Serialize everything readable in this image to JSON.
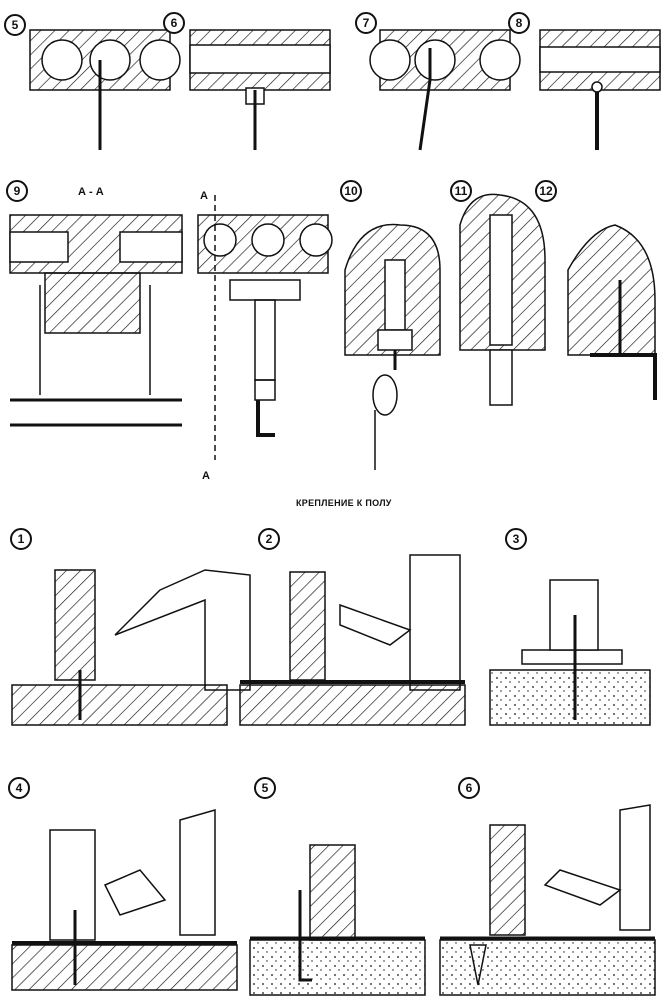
{
  "title": "КРЕПЛЕНИЕ К ПОЛУ",
  "ceiling_figures": [
    "5",
    "6",
    "7",
    "8",
    "9",
    "10",
    "11",
    "12"
  ],
  "section_label": "А - А",
  "section_marks": [
    "А",
    "А"
  ],
  "floor_figures": [
    "1",
    "2",
    "3",
    "4",
    "5",
    "6"
  ]
}
